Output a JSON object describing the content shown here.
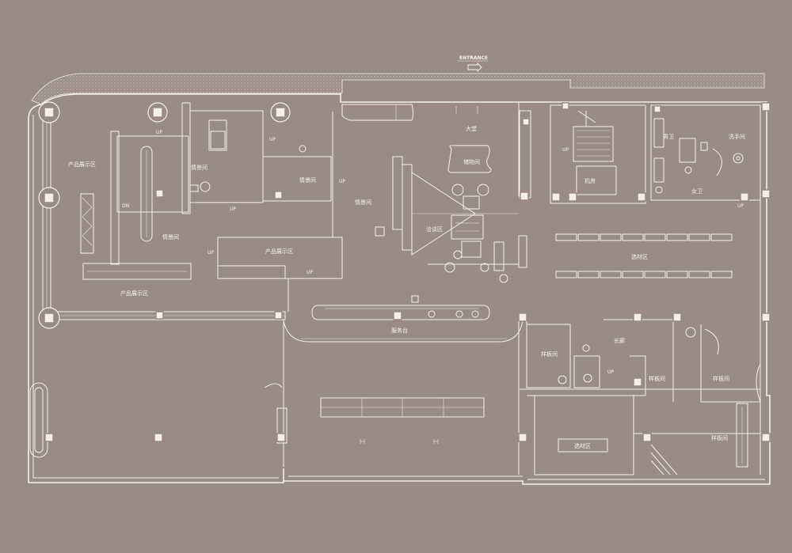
{
  "entrance": "ENTRANCE",
  "rooms": {
    "lobby": "大堂",
    "storage": "储物间",
    "negotiation": "洽谈区",
    "machine_room": "机房",
    "male_wc": "男卫",
    "female_wc": "女卫",
    "washroom": "洗手间",
    "scene_1": "情景间",
    "scene_2": "情景间",
    "scene_3": "情景间",
    "scene_4": "情景间",
    "product_display_1": "产品展示区",
    "product_display_2": "产品展示区",
    "product_display_3": "产品展示区",
    "material_select_1": "选材区",
    "material_select_2": "选材区",
    "service_desk": "服务台",
    "corridor": "长廊",
    "sample_1": "样板间",
    "sample_2": "样板间",
    "sample_3": "样板间",
    "sample_4": "样板间"
  },
  "markers": {
    "up": "UP",
    "dn": "DN"
  },
  "colors": {
    "background": "#9a8c83",
    "line": "#f4efe9"
  }
}
